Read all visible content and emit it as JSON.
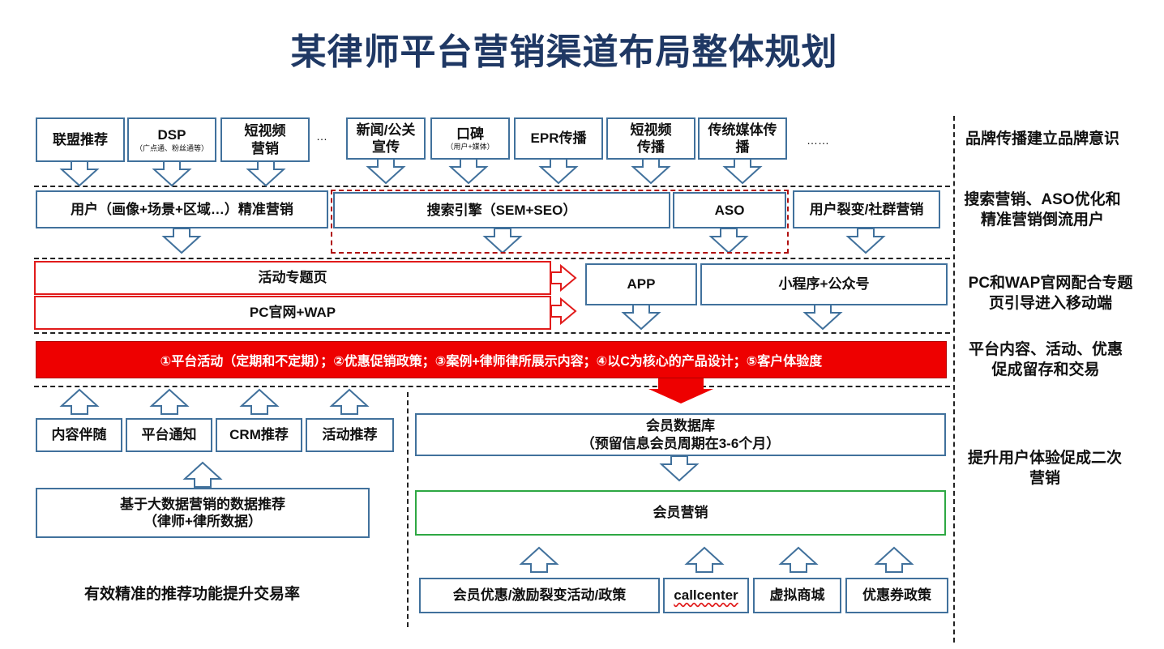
{
  "title": "某律师平台营销渠道布局整体规划",
  "row1": {
    "lianmeng": "联盟推荐",
    "dsp": "DSP",
    "dsp_sub": "（广点通、粉丝通等）",
    "duanshipin": "短视频营销",
    "ellipsis_a": "…",
    "xinwen": "新闻/公关宣传",
    "koubei": "口碑",
    "koubei_sub": "（用户+媒体）",
    "epr": "EPR传播",
    "duanshipin_cb": "短视频传播",
    "chuantong": "传统媒体传播",
    "ellipsis_b": "……"
  },
  "row2": {
    "yonghu": "用户（画像+场景+区域…）精准营销",
    "sousuo": "搜索引擎（SEM+SEO）",
    "aso": "ASO",
    "liebian": "用户裂变/社群营销"
  },
  "row3": {
    "huodong_page": "活动专题页",
    "pc": "PC官网+WAP",
    "app": "APP",
    "xiaochengxu": "小程序+公众号"
  },
  "row4": {
    "bar": "①平台活动（定期和不定期）；②优惠促销政策；③案例+律师律所展示内容；④以C为核心的产品设计；⑤客户体验度"
  },
  "left": {
    "neirong": "内容伴随",
    "tongzhi": "平台通知",
    "crm": "CRM推荐",
    "huodong": "活动推荐",
    "dashuju_1": "基于大数据营销的数据推荐",
    "dashuju_2": "（律师+律所数据）",
    "footer": "有效精准的推荐功能提升交易率"
  },
  "right": {
    "huiyuan_db_1": "会员数据库",
    "huiyuan_db_2": "（预留信息会员周期在3-6个月）",
    "huiyuan_yx": "会员营销",
    "youhui": "会员优惠/激励裂变活动/政策",
    "callcenter": "callcenter",
    "xuni": "虚拟商城",
    "quan": "优惠券政策"
  },
  "side": {
    "s1": "品牌传播建立品牌意识",
    "s2": "搜索营销、ASO优化和精准营销倒流用户",
    "s3": "PC和WAP官网配合专题页引导进入移动端",
    "s4": "平台内容、活动、优惠促成留存和交易",
    "s5": "提升用户体验促成二次营销"
  },
  "colors": {
    "title": "#1f3864",
    "box_border": "#41719c",
    "red": "#ee0000",
    "green": "#2ea843"
  }
}
